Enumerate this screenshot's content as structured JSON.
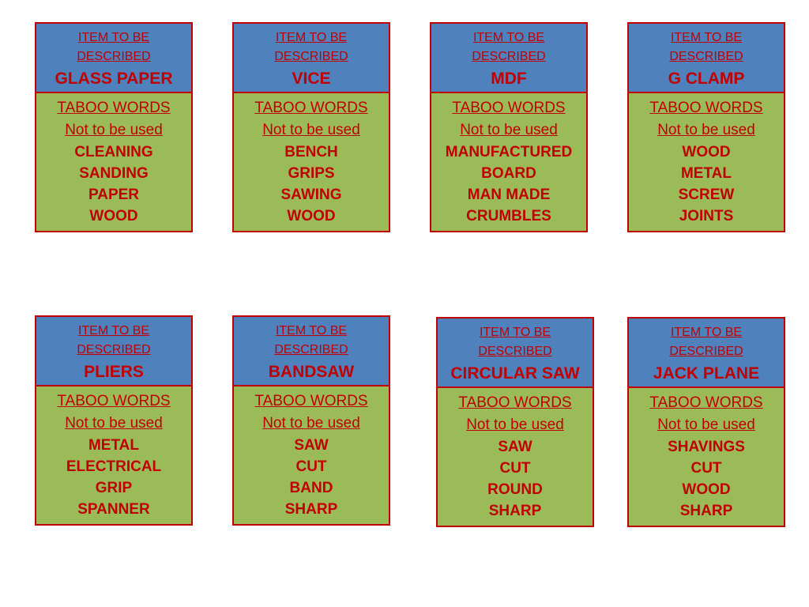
{
  "colors": {
    "header": "#4f81bd",
    "body": "#9bbb59",
    "text": "#c00000",
    "border": "#c00000"
  },
  "header_line1": "ITEM TO BE",
  "header_line2": "DESCRIBED",
  "taboo_line1": "TABOO WORDS",
  "taboo_line2": "Not to be used",
  "cards": [
    {
      "item": "GLASS PAPER",
      "words": [
        "CLEANING",
        "SANDING",
        "PAPER",
        "WOOD"
      ]
    },
    {
      "item": "VICE",
      "words": [
        "BENCH",
        "GRIPS",
        "SAWING",
        "WOOD"
      ]
    },
    {
      "item": "MDF",
      "words": [
        "MANUFACTURED",
        "BOARD",
        "MAN MADE",
        "CRUMBLES"
      ]
    },
    {
      "item": "G CLAMP",
      "words": [
        "WOOD",
        "METAL",
        "SCREW",
        "JOINTS"
      ]
    },
    {
      "item": "PLIERS",
      "words": [
        "METAL",
        "ELECTRICAL",
        "GRIP",
        "SPANNER"
      ]
    },
    {
      "item": "BANDSAW",
      "words": [
        "SAW",
        "CUT",
        "BAND",
        "SHARP"
      ]
    },
    {
      "item": "CIRCULAR SAW",
      "words": [
        "SAW",
        "CUT",
        "ROUND",
        "SHARP"
      ]
    },
    {
      "item": "JACK PLANE",
      "words": [
        "SHAVINGS",
        "CUT",
        "WOOD",
        "SHARP"
      ]
    }
  ]
}
